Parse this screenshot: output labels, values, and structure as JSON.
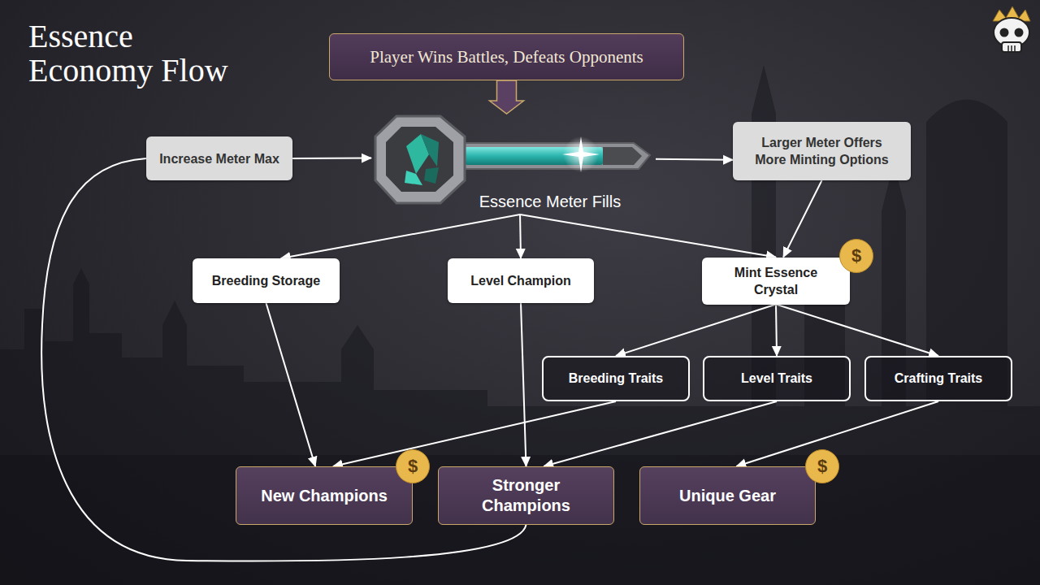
{
  "diagram": {
    "title": "Essence Economy Flow",
    "nodes": [
      {
        "text": [
          "Player Wins Battles, Defeats Opponents"
        ]
      },
      {
        "text": [
          "Increase Meter Max"
        ]
      },
      {
        "text": [
          "Essence Meter Fills"
        ]
      },
      {
        "text": [
          "Larger Meter Offers More Minting Options"
        ]
      },
      {
        "text": [
          "Breeding Storage"
        ]
      },
      {
        "text": [
          "Level Champion"
        ]
      },
      {
        "text": [
          "Mint Essence Crystal"
        ]
      },
      {
        "text": [
          "Breeding Traits"
        ]
      },
      {
        "text": [
          "Level Traits"
        ]
      },
      {
        "text": [
          "Crafting Traits"
        ]
      },
      {
        "text": [
          "New Champions"
        ]
      },
      {
        "text": [
          "Stronger Champions"
        ]
      },
      {
        "text": [
          "Unique Gear"
        ]
      }
    ],
    "edges": [
      {
        "from": 0,
        "to": 2,
        "arrow": "to"
      },
      {
        "from": 1,
        "to": 2,
        "arrow": "to"
      },
      {
        "from": 2,
        "to": 3,
        "arrow": "to"
      },
      {
        "from": 2,
        "to": 4,
        "arrow": "to"
      },
      {
        "from": 2,
        "to": 5,
        "arrow": "to"
      },
      {
        "from": 2,
        "to": 6,
        "arrow": "to"
      },
      {
        "from": 3,
        "to": 6,
        "arrow": "to"
      },
      {
        "from": 4,
        "to": 10,
        "arrow": "to"
      },
      {
        "from": 5,
        "to": 11,
        "arrow": "to"
      },
      {
        "from": 6,
        "to": 7,
        "arrow": "to"
      },
      {
        "from": 6,
        "to": 8,
        "arrow": "to"
      },
      {
        "from": 6,
        "to": 9,
        "arrow": "to"
      },
      {
        "from": 7,
        "to": 10,
        "arrow": "to"
      },
      {
        "from": 8,
        "to": 11,
        "arrow": "to"
      },
      {
        "from": 9,
        "to": 12,
        "arrow": "to"
      },
      {
        "from": 11,
        "to": 1,
        "arrow": "none"
      }
    ],
    "labels": [
      "$",
      "$",
      "$"
    ]
  }
}
